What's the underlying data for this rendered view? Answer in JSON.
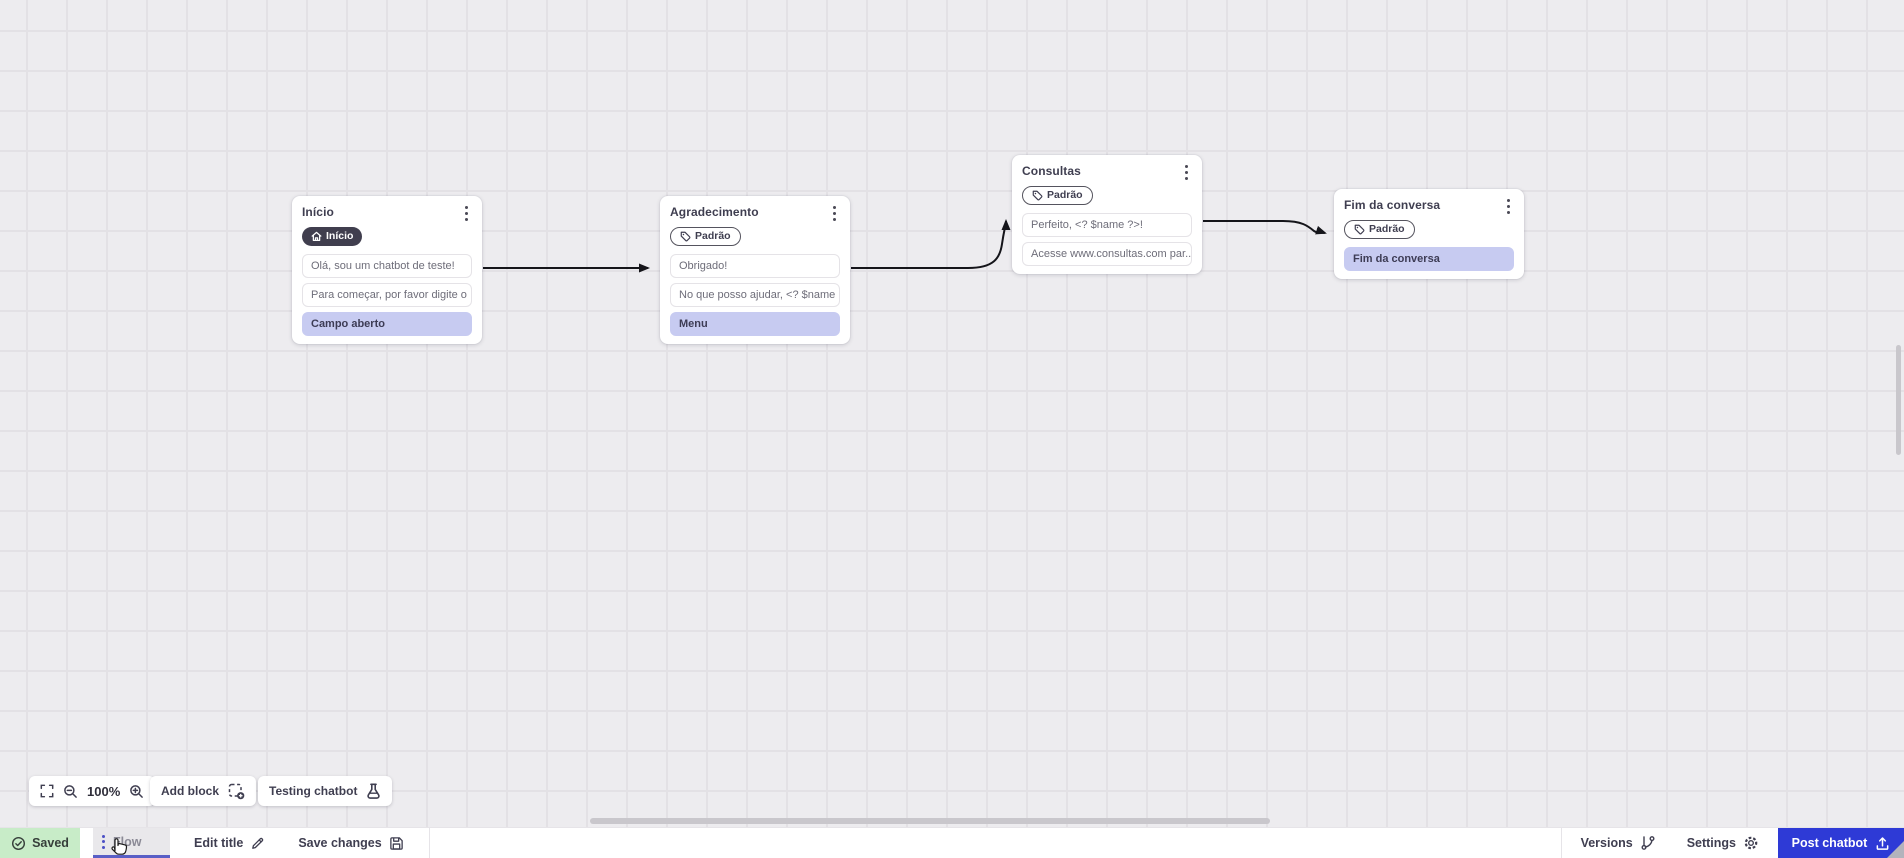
{
  "canvas": {
    "nodes": [
      {
        "title": "Início",
        "badge": {
          "label": "Início",
          "icon": "home-icon",
          "style": "start"
        },
        "rows": [
          {
            "type": "message",
            "text": "Olá, sou um chatbot de teste!"
          },
          {
            "type": "message",
            "text": "Para começar, por favor digite o ..."
          },
          {
            "type": "action",
            "text": "Campo aberto"
          }
        ]
      },
      {
        "title": "Agradecimento",
        "badge": {
          "label": "Padrão",
          "icon": "tag-icon",
          "style": "default"
        },
        "rows": [
          {
            "type": "message",
            "text": "Obrigado!"
          },
          {
            "type": "message",
            "text": "No que posso ajudar, <? $name ..."
          },
          {
            "type": "action",
            "text": "Menu"
          }
        ]
      },
      {
        "title": "Consultas",
        "badge": {
          "label": "Padrão",
          "icon": "tag-icon",
          "style": "default"
        },
        "rows": [
          {
            "type": "message",
            "text": "Perfeito, <? $name ?>!"
          },
          {
            "type": "message",
            "text": "Acesse www.consultas.com par..."
          }
        ]
      },
      {
        "title": "Fim da conversa",
        "badge": {
          "label": "Padrão",
          "icon": "tag-icon",
          "style": "default"
        },
        "rows": [
          {
            "type": "action",
            "text": "Fim da conversa"
          }
        ]
      }
    ]
  },
  "toolbar": {
    "zoom_level": "100%",
    "add_block_label": "Add block",
    "testing_chatbot_label": "Testing chatbot"
  },
  "statusbar": {
    "saved_label": "Saved",
    "flow_tab_label": "Flow",
    "edit_title_label": "Edit title",
    "save_changes_label": "Save changes",
    "versions_label": "Versions",
    "settings_label": "Settings",
    "post_chatbot_label": "Post chatbot"
  },
  "colors": {
    "canvas_bg": "#edecef",
    "grid_line": "#e3e1e5",
    "action_block_bg": "#c7cbf1",
    "badge_dark_bg": "#403e4e",
    "saved_bg": "#c8ecc8",
    "flow_tab_accent": "#595fc6",
    "post_button_bg": "#2e3ad6",
    "connector": "#15151a"
  }
}
